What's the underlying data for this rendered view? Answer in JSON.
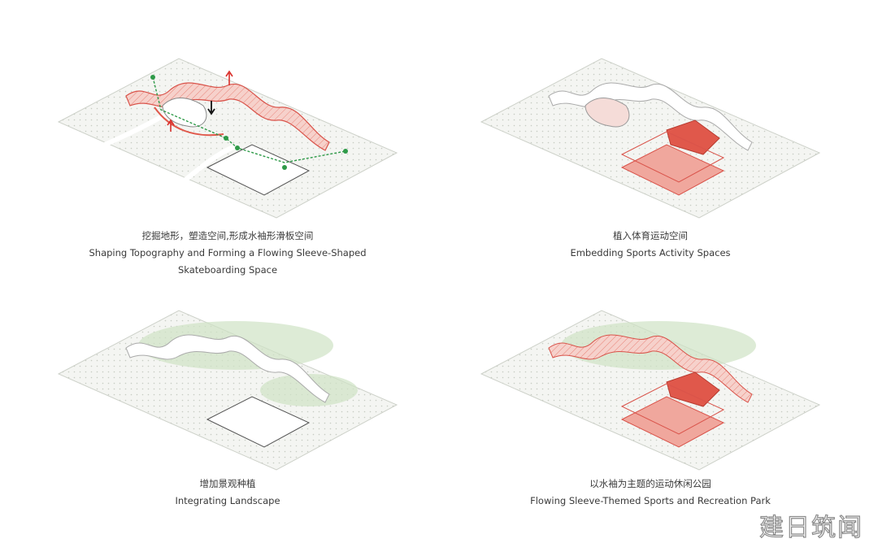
{
  "panels": [
    {
      "caption_cn": "挖掘地形，塑造空间,形成水袖形滑板空间",
      "caption_en_1": "Shaping Topography and Forming a Flowing Sleeve-Shaped",
      "caption_en_2": "Skateboarding Space"
    },
    {
      "caption_cn": "植入体育运动空间",
      "caption_en_1": "Embedding Sports Activity Spaces"
    },
    {
      "caption_cn": "增加景观种植",
      "caption_en_1": "Integrating Landscape"
    },
    {
      "caption_cn": "以水袖为主题的运动休闲公园",
      "caption_en_1": "Flowing Sleeve-Themed Sports and Recreation Park"
    }
  ],
  "watermark": "建日筑闻",
  "colors": {
    "accent_red": "#e0584b",
    "light_red": "#f2b8b0",
    "green_path": "#2e9a48",
    "dot_fill": "#f3f4f1",
    "tree": "#cfe2c4"
  }
}
